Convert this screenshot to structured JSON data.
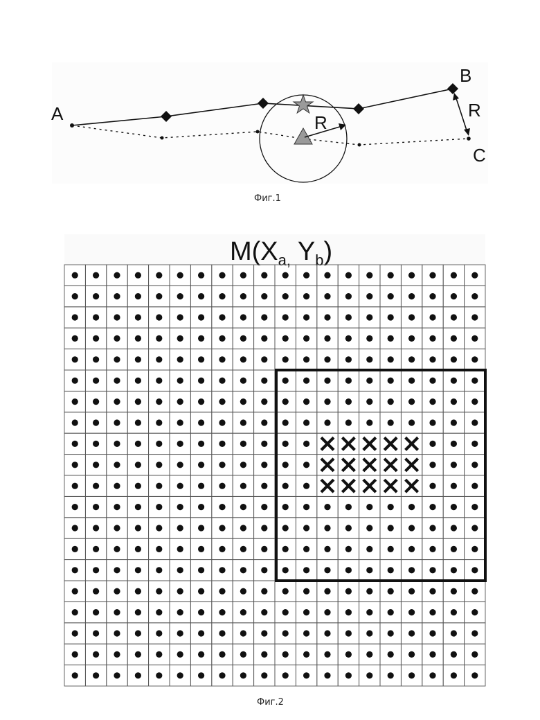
{
  "fig1": {
    "caption": "Фиг.1",
    "labels": {
      "a": "A",
      "b": "B",
      "c": "C",
      "r_circle": "R",
      "r_side": "R"
    }
  },
  "fig2": {
    "caption": "Фиг.2",
    "title": {
      "main": "M(X",
      "sub_a": "a,",
      "mid": " Y",
      "sub_b": "b",
      "end": ")"
    },
    "grid": {
      "rows": 20,
      "cols": 20
    },
    "highlight_region": {
      "row_start": 5,
      "row_end": 14,
      "col_start": 10,
      "col_end": 19
    },
    "crossed_region": {
      "row_start": 8,
      "row_end": 10,
      "col_start": 12,
      "col_end": 16
    }
  }
}
